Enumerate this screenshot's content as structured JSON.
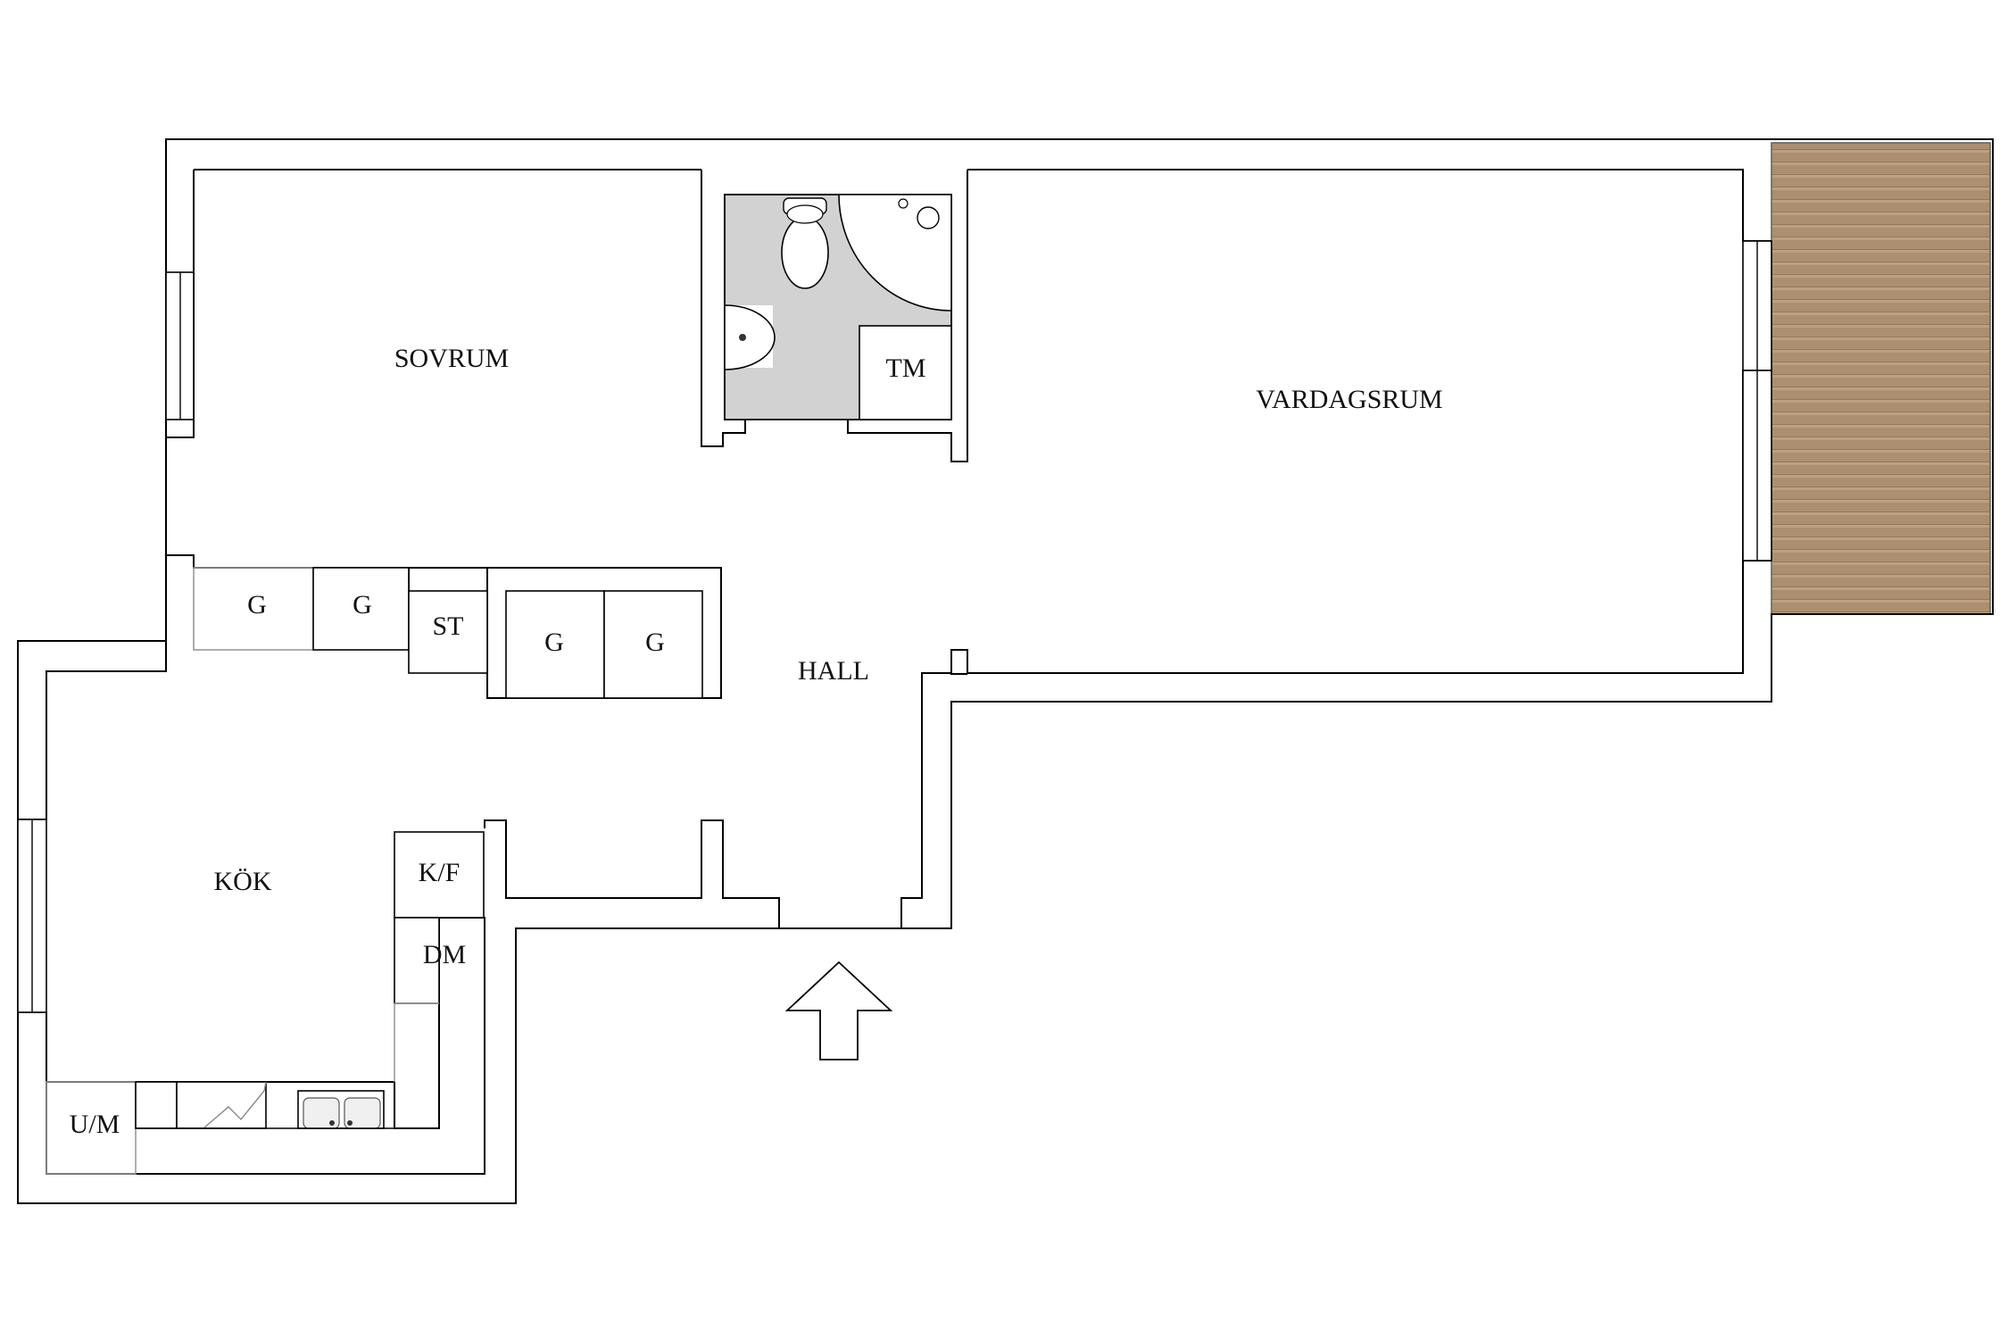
{
  "rooms": {
    "sovrum": "SOVRUM",
    "vardagsrum": "VARDAGSRUM",
    "hall": "HALL",
    "kok": "KÖK",
    "tm": "TM"
  },
  "storage": {
    "g1": "G",
    "g2": "G",
    "st": "ST",
    "g3": "G",
    "g4": "G"
  },
  "kitchen": {
    "kf": "K/F",
    "dm": "DM",
    "um": "U/M"
  },
  "colors": {
    "bathroom_floor": "#d2d2d2",
    "balcony_deck": "#a88c6c",
    "wall_line": "#000000"
  },
  "icons": [
    "toilet-icon",
    "sink-icon",
    "shower-icon",
    "kitchen-sink-icon",
    "stove-icon",
    "entrance-arrow-icon"
  ]
}
